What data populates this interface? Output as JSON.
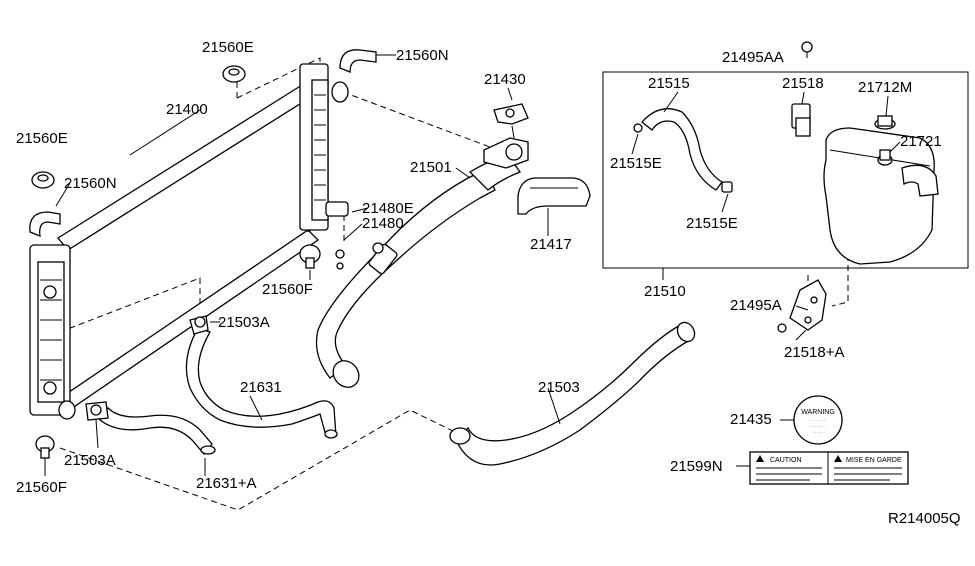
{
  "diagram_id": "R214005Q",
  "labels": {
    "p21560E_top": "21560E",
    "p21560N_top": "21560N",
    "p21400": "21400",
    "p21560E_left": "21560E",
    "p21560N_left": "21560N",
    "p21430": "21430",
    "p21501": "21501",
    "p21480E": "21480E",
    "p21480": "21480",
    "p21417": "21417",
    "p21560F_mid": "21560F",
    "p21503A_mid": "21503A",
    "p21631": "21631",
    "p21503A_low": "21503A",
    "p21560F_low": "21560F",
    "p21631A": "21631+A",
    "p21503": "21503",
    "p21495AA": "21495AA",
    "p21515": "21515",
    "p21518": "21518",
    "p21712M": "21712M",
    "p21721": "21721",
    "p21515E_left": "21515E",
    "p21515E_right": "21515E",
    "p21510": "21510",
    "p21495A": "21495A",
    "p21518A": "21518+A",
    "p21435": "21435",
    "p21599N": "21599N"
  },
  "warning_cap": {
    "title": "WARNING"
  },
  "caution_label": {
    "left": "CAUTION",
    "right": "MISE EN GARDE"
  }
}
